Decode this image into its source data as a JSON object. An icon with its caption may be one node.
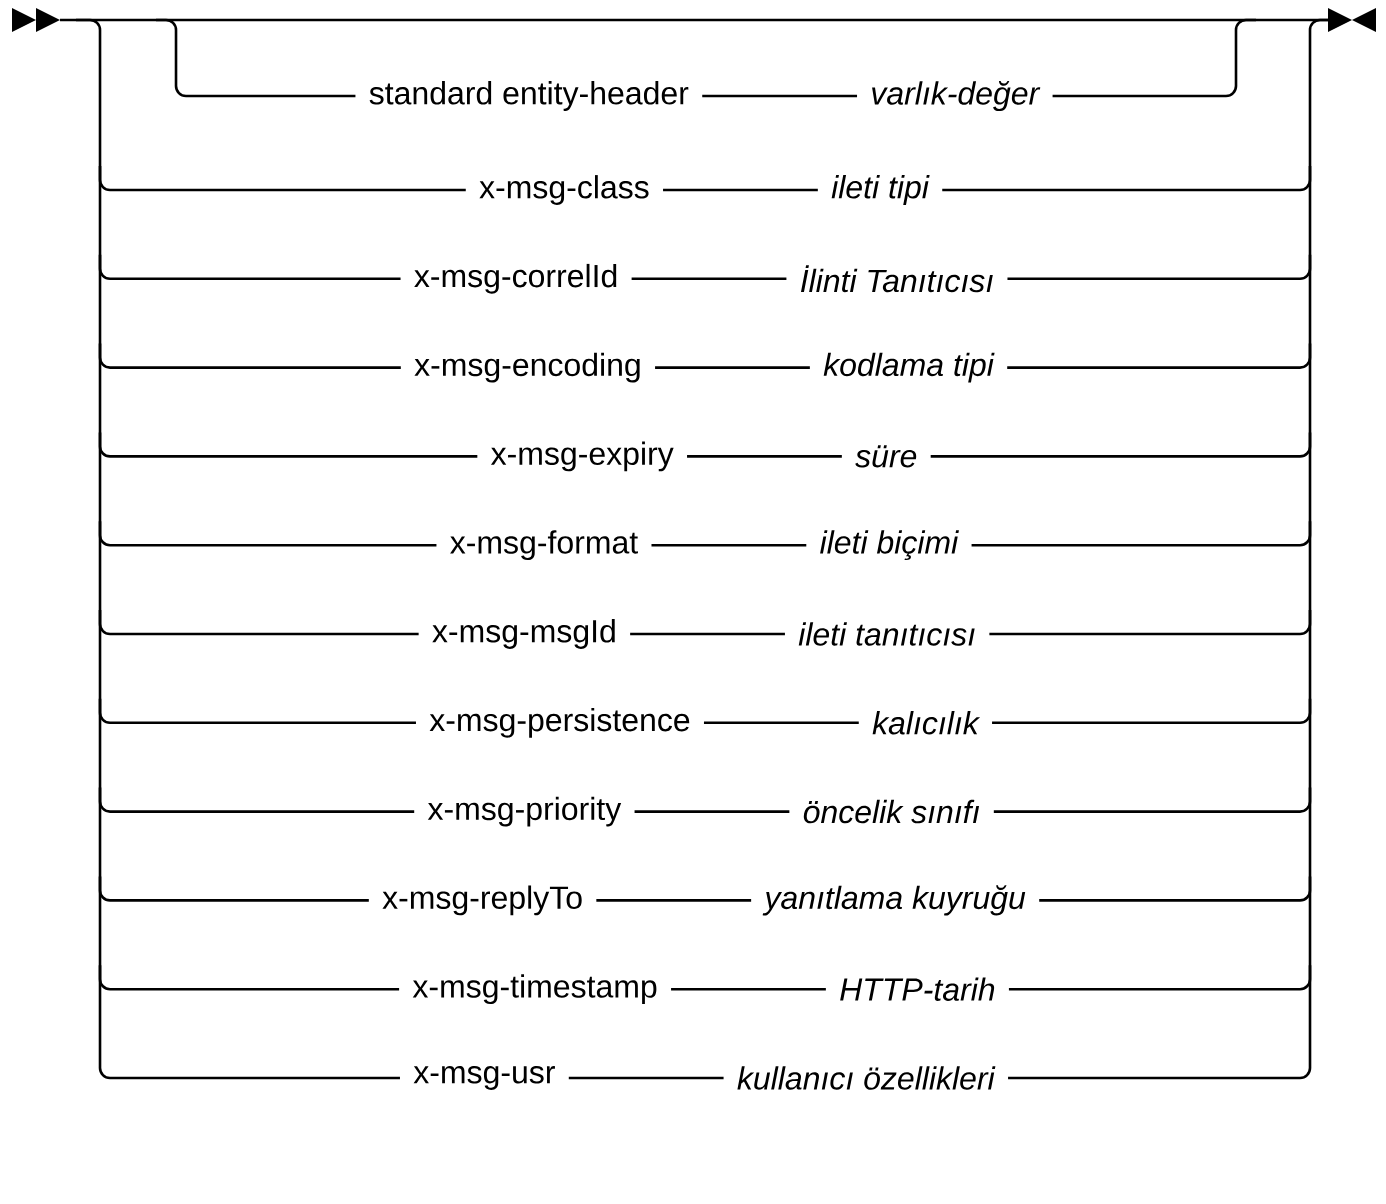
{
  "diagram": {
    "nodes": [
      {
        "text": [
          "standard entity-header"
        ]
      },
      {
        "text": [
          "varlık-değer"
        ]
      },
      {
        "text": [
          "x-msg-class"
        ]
      },
      {
        "text": [
          "ileti tipi"
        ]
      },
      {
        "text": [
          "x-msg-correlId"
        ]
      },
      {
        "text": [
          "İlinti Tanıtıcısı"
        ]
      },
      {
        "text": [
          "x-msg-encoding"
        ]
      },
      {
        "text": [
          "kodlama tipi"
        ]
      },
      {
        "text": [
          "x-msg-expiry"
        ]
      },
      {
        "text": [
          "süre"
        ]
      },
      {
        "text": [
          "x-msg-format"
        ]
      },
      {
        "text": [
          "ileti biçimi"
        ]
      },
      {
        "text": [
          "x-msg-msgId"
        ]
      },
      {
        "text": [
          "ileti tanıtıcısı"
        ]
      },
      {
        "text": [
          "x-msg-persistence"
        ]
      },
      {
        "text": [
          "kalıcılık"
        ]
      },
      {
        "text": [
          "x-msg-priority"
        ]
      },
      {
        "text": [
          "öncelik sınıfı"
        ]
      },
      {
        "text": [
          "x-msg-replyTo"
        ]
      },
      {
        "text": [
          "yanıtlama kuyruğu"
        ]
      },
      {
        "text": [
          "x-msg-timestamp"
        ]
      },
      {
        "text": [
          "HTTP-tarih"
        ]
      },
      {
        "text": [
          "x-msg-usr"
        ]
      },
      {
        "text": [
          "kullanıcı özellikleri"
        ]
      }
    ],
    "edges": [
      {
        "from": 0,
        "to": 1,
        "arrow": "none"
      },
      {
        "from": 2,
        "to": 3,
        "arrow": "none"
      },
      {
        "from": 4,
        "to": 5,
        "arrow": "none"
      },
      {
        "from": 6,
        "to": 7,
        "arrow": "none"
      },
      {
        "from": 8,
        "to": 9,
        "arrow": "none"
      },
      {
        "from": 10,
        "to": 11,
        "arrow": "none"
      },
      {
        "from": 12,
        "to": 13,
        "arrow": "none"
      },
      {
        "from": 14,
        "to": 15,
        "arrow": "none"
      },
      {
        "from": 16,
        "to": 17,
        "arrow": "none"
      },
      {
        "from": 18,
        "to": 19,
        "arrow": "none"
      },
      {
        "from": 20,
        "to": 21,
        "arrow": "none"
      },
      {
        "from": 22,
        "to": 23,
        "arrow": "none"
      }
    ]
  }
}
